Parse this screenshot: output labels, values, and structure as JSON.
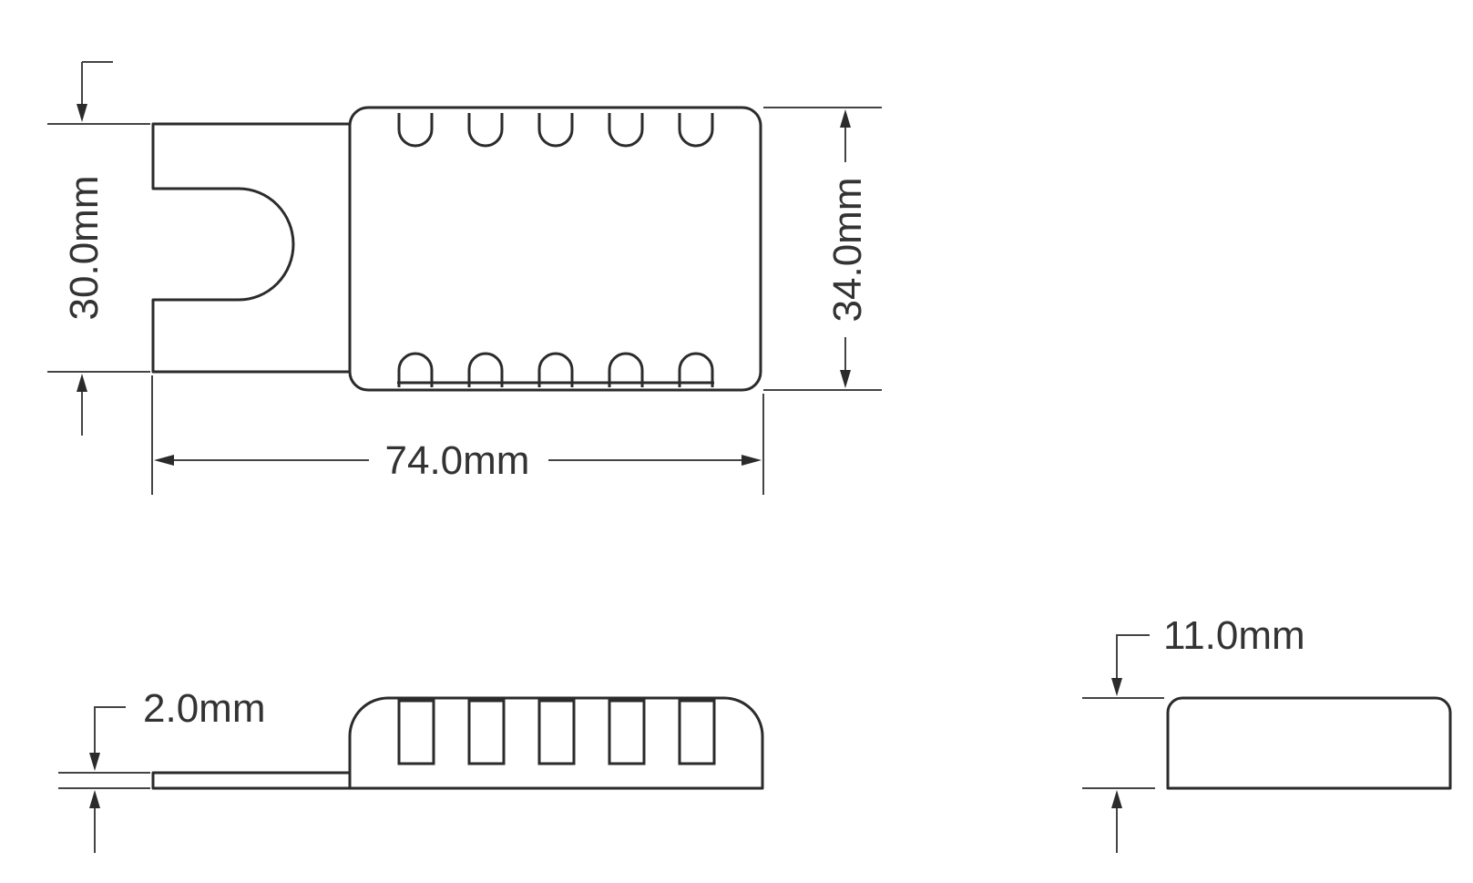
{
  "dimensions": {
    "width_top": "74.0mm",
    "height_left": "30.0mm",
    "height_right": "34.0mm",
    "thickness_tab": "2.0mm",
    "height_side": "11.0mm"
  },
  "slot_count_top": 5,
  "slot_count_bottom": 5,
  "slot_count_side": 5,
  "line_color": "#2b2b2b"
}
